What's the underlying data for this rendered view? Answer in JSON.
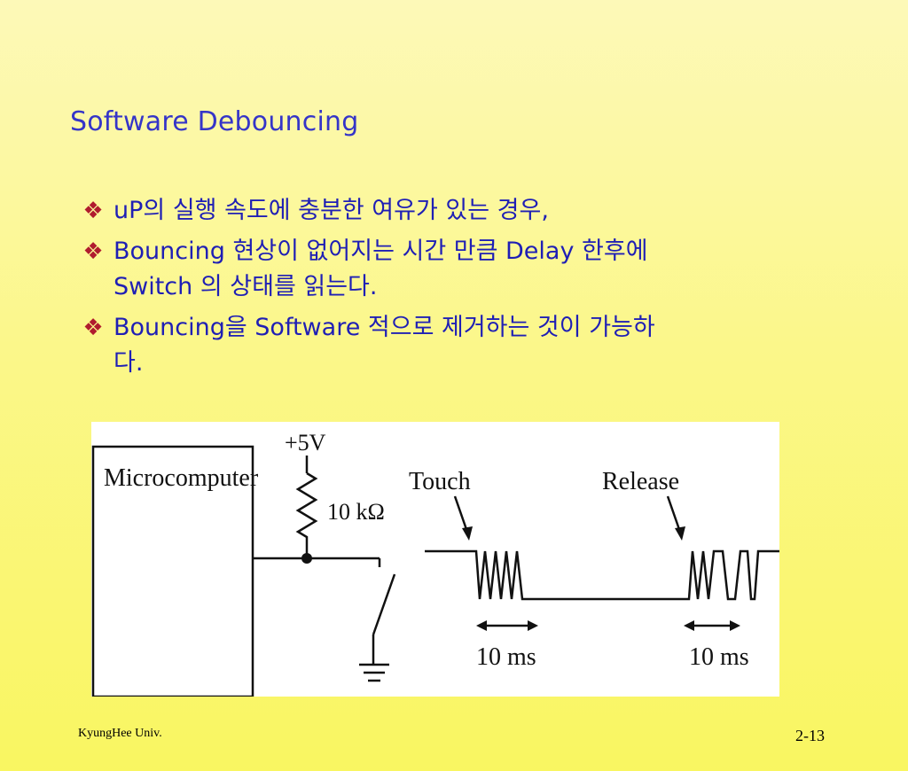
{
  "slide": {
    "title": "Software Debouncing",
    "bullet_icon": "diamond-bullet-icon",
    "bullets": [
      {
        "lines": [
          "uP의 실행 속도에 충분한 여유가 있는 경우,"
        ]
      },
      {
        "lines": [
          "Bouncing 현상이 없어지는 시간 만큼 Delay 한후에",
          "Switch 의 상태를 읽는다."
        ]
      },
      {
        "lines": [
          "Bouncing을 Software 적으로 제거하는 것이 가능하",
          "다."
        ]
      }
    ]
  },
  "diagram": {
    "microcomputer_label": "Microcomputer",
    "supply_label": "+5V",
    "resistor_label": "10 kΩ",
    "touch_label": "Touch",
    "release_label": "Release",
    "touch_duration": "10 ms",
    "release_duration": "10 ms"
  },
  "footer": {
    "organization": "KyungHee Univ.",
    "page_number": "2-13"
  },
  "colors": {
    "title": "#3535c8",
    "bullet_text": "#1f1fb5",
    "bullet_icon": "#b01c2e",
    "background_top": "#fdf9b8",
    "background_bottom": "#f9f661"
  }
}
